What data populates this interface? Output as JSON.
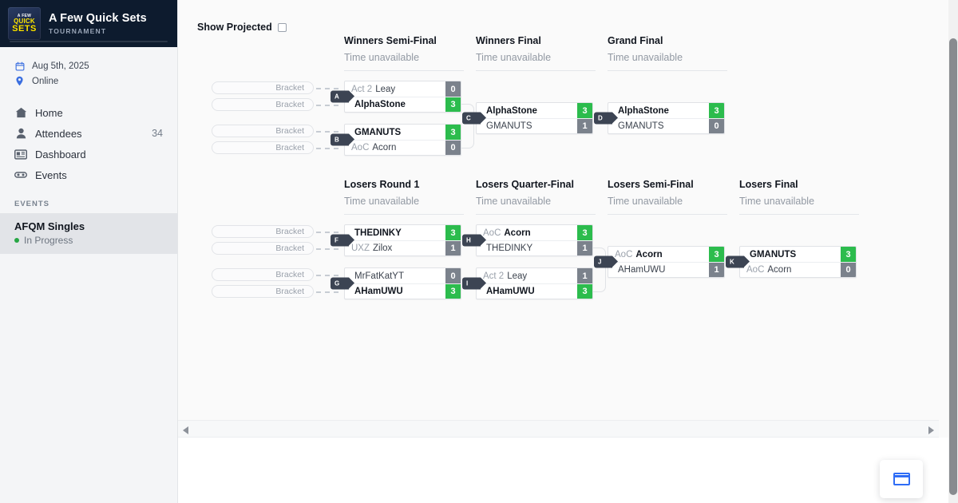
{
  "sidebar": {
    "logo": {
      "line1": "A FEW",
      "line2": "QUICK",
      "line3": "SETS",
      "icon": "tournament-logo"
    },
    "title": "A Few Quick Sets",
    "subtitle": "TOURNAMENT",
    "meta": [
      {
        "icon": "calendar-icon",
        "text": "Aug 5th, 2025"
      },
      {
        "icon": "location-pin-icon",
        "text": "Online"
      }
    ],
    "nav": [
      {
        "icon": "home-icon",
        "label": "Home",
        "count": ""
      },
      {
        "icon": "user-icon",
        "label": "Attendees",
        "count": "34"
      },
      {
        "icon": "id-card-icon",
        "label": "Dashboard",
        "count": ""
      },
      {
        "icon": "events-icon",
        "label": "Events",
        "count": ""
      }
    ],
    "section_header": "EVENTS",
    "event": {
      "name": "AFQM Singles",
      "status": "In Progress",
      "status_color": "#26a644"
    }
  },
  "toolbar": {
    "show_projected_label": "Show Projected",
    "checkbox_checked": false
  },
  "bracket": {
    "placeholder_label": "Bracket",
    "time_unavailable": "Time unavailable",
    "colors": {
      "win_score": "#2cbc4d",
      "lose_score": "#7b828c",
      "tag": "#3c4453"
    },
    "rounds": [
      {
        "id": "winners-semi-final",
        "title": "Winners Semi-Final",
        "time": "Time unavailable"
      },
      {
        "id": "winners-final",
        "title": "Winners Final",
        "time": "Time unavailable"
      },
      {
        "id": "grand-final",
        "title": "Grand Final",
        "time": "Time unavailable"
      },
      {
        "id": "losers-round-1",
        "title": "Losers Round 1",
        "time": "Time unavailable"
      },
      {
        "id": "losers-quarter-final",
        "title": "Losers Quarter-Final",
        "time": "Time unavailable"
      },
      {
        "id": "losers-semi-final",
        "title": "Losers Semi-Final",
        "time": "Time unavailable"
      },
      {
        "id": "losers-final",
        "title": "Losers Final",
        "time": "Time unavailable"
      }
    ],
    "matches": [
      {
        "id": "A",
        "round": "winners-semi-final",
        "p1": {
          "prefix": "Act 2",
          "name": "Leay",
          "score": "0",
          "winner": false
        },
        "p2": {
          "prefix": "",
          "name": "AlphaStone",
          "score": "3",
          "winner": true
        }
      },
      {
        "id": "B",
        "round": "winners-semi-final",
        "p1": {
          "prefix": "",
          "name": "GMANUTS",
          "score": "3",
          "winner": true
        },
        "p2": {
          "prefix": "AoC",
          "name": "Acorn",
          "score": "0",
          "winner": false
        }
      },
      {
        "id": "C",
        "round": "winners-final",
        "p1": {
          "prefix": "",
          "name": "AlphaStone",
          "score": "3",
          "winner": true
        },
        "p2": {
          "prefix": "",
          "name": "GMANUTS",
          "score": "1",
          "winner": false
        }
      },
      {
        "id": "D",
        "round": "grand-final",
        "p1": {
          "prefix": "",
          "name": "AlphaStone",
          "score": "3",
          "winner": true
        },
        "p2": {
          "prefix": "",
          "name": "GMANUTS",
          "score": "0",
          "winner": false
        }
      },
      {
        "id": "F",
        "round": "losers-round-1",
        "p1": {
          "prefix": "",
          "name": "THEDINKY",
          "score": "3",
          "winner": true
        },
        "p2": {
          "prefix": "UXZ",
          "name": "Zilox",
          "score": "1",
          "winner": false
        }
      },
      {
        "id": "G",
        "round": "losers-round-1",
        "p1": {
          "prefix": "",
          "name": "MrFatKatYT",
          "score": "0",
          "winner": false
        },
        "p2": {
          "prefix": "",
          "name": "AHamUWU",
          "score": "3",
          "winner": true
        }
      },
      {
        "id": "H",
        "round": "losers-quarter-final",
        "p1": {
          "prefix": "AoC",
          "name": "Acorn",
          "score": "3",
          "winner": true
        },
        "p2": {
          "prefix": "",
          "name": "THEDINKY",
          "score": "1",
          "winner": false
        }
      },
      {
        "id": "I",
        "round": "losers-quarter-final",
        "p1": {
          "prefix": "Act 2",
          "name": "Leay",
          "score": "1",
          "winner": false
        },
        "p2": {
          "prefix": "",
          "name": "AHamUWU",
          "score": "3",
          "winner": true
        }
      },
      {
        "id": "J",
        "round": "losers-semi-final",
        "p1": {
          "prefix": "AoC",
          "name": "Acorn",
          "score": "3",
          "winner": true
        },
        "p2": {
          "prefix": "",
          "name": "AHamUWU",
          "score": "1",
          "winner": false
        }
      },
      {
        "id": "K",
        "round": "losers-final",
        "p1": {
          "prefix": "",
          "name": "GMANUTS",
          "score": "3",
          "winner": true
        },
        "p2": {
          "prefix": "AoC",
          "name": "Acorn",
          "score": "0",
          "winner": false
        }
      }
    ]
  },
  "floating_button": {
    "icon": "browser-window-icon",
    "color": "#2f6df6"
  },
  "scrollbars": {
    "left_arrow": "left-arrow-icon",
    "right_arrow": "right-arrow-icon"
  }
}
